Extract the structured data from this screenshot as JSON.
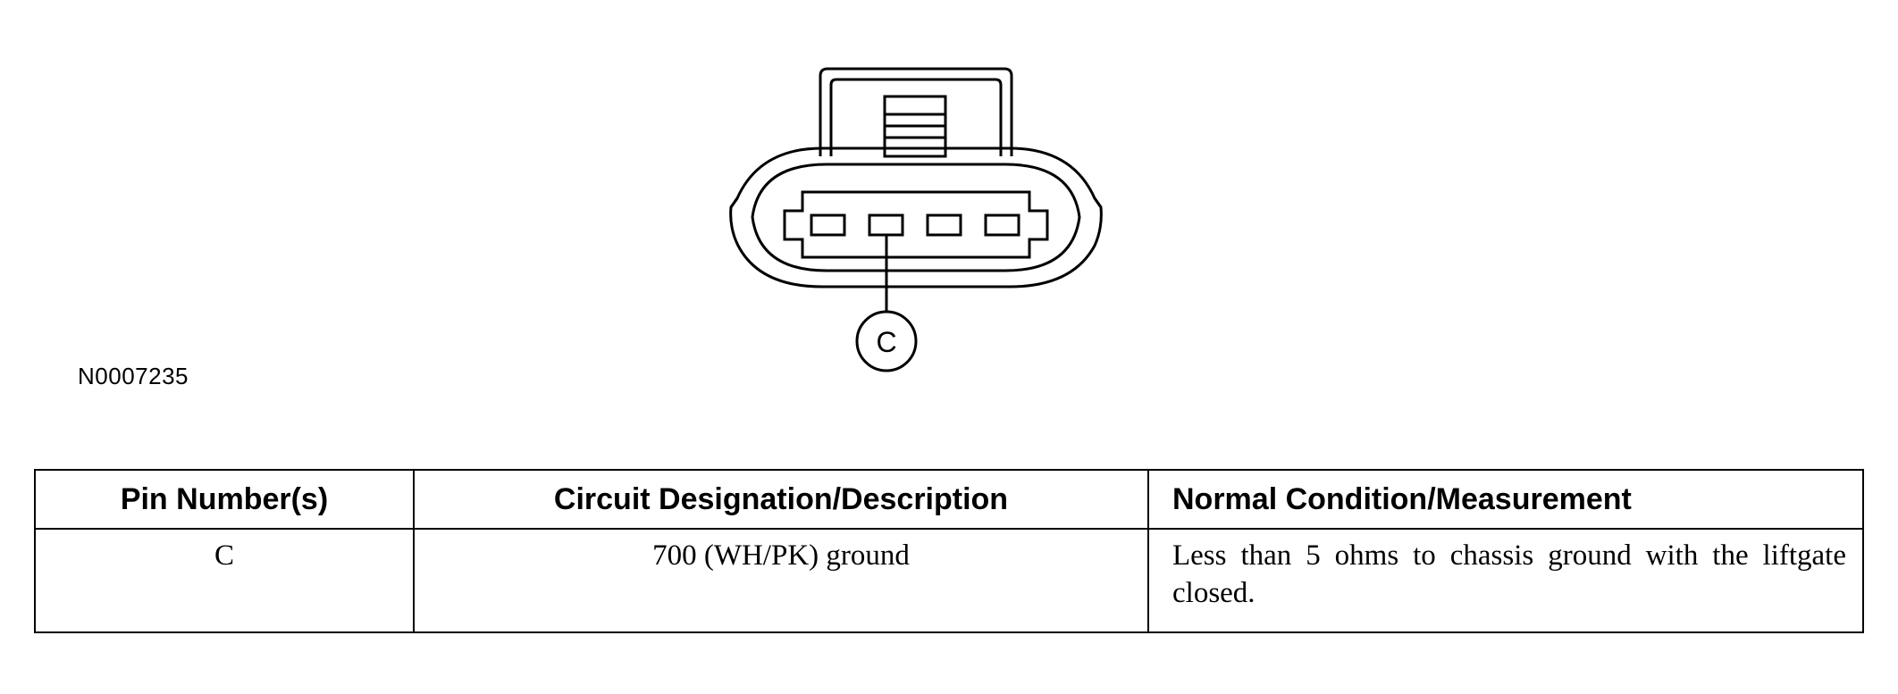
{
  "figure": {
    "id": "N0007235",
    "callout_label": "C"
  },
  "table": {
    "headers": {
      "pin": "Pin Number(s)",
      "circuit": "Circuit Designation/Description",
      "condition": "Normal Condition/Measurement"
    },
    "rows": [
      {
        "pin": "C",
        "circuit": "700 (WH/PK) ground",
        "condition": "Less than 5 ohms to chassis ground with the liftgate closed."
      }
    ]
  }
}
